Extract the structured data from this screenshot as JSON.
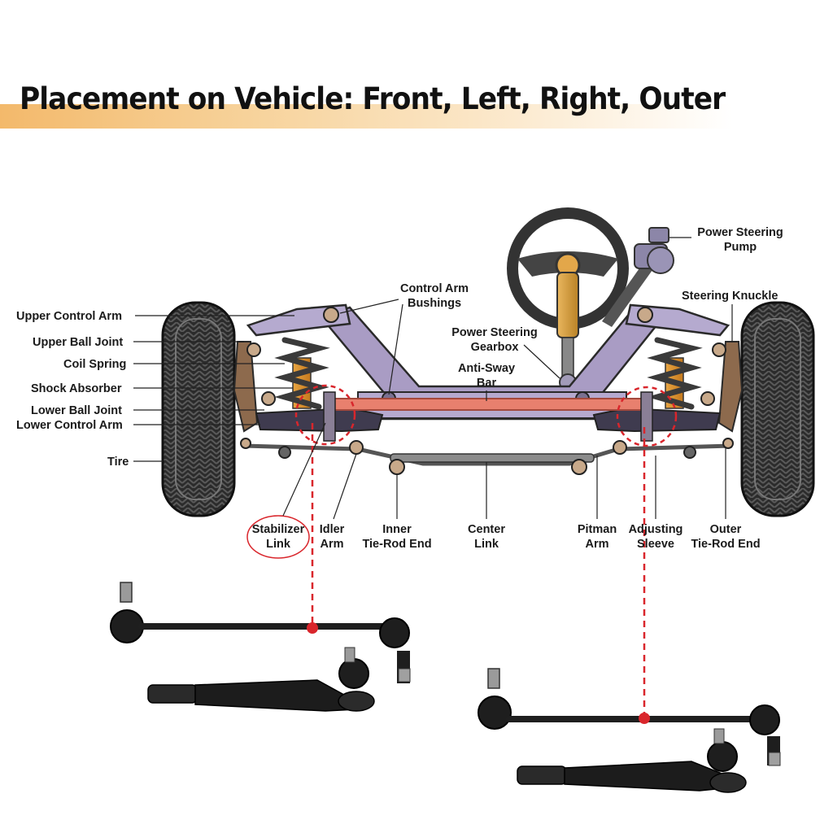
{
  "title": "Placement on Vehicle: Front, Left, Right, Outer",
  "colors": {
    "frame": "#a99cc4",
    "anti_sway_bar": "#e8806e",
    "highlight": "#d9262c",
    "title_band": "#f3b96b"
  },
  "labels": {
    "upper_control_arm": "Upper Control Arm",
    "upper_ball_joint": "Upper Ball Joint",
    "coil_spring": "Coil Spring",
    "shock_absorber": "Shock Absorber",
    "lower_ball_joint": "Lower Ball Joint",
    "lower_control_arm": "Lower Control Arm",
    "tire": "Tire",
    "control_arm_bushings": [
      "Control Arm",
      "Bushings"
    ],
    "power_steering_pump": [
      "Power Steering",
      "Pump"
    ],
    "steering_knuckle": "Steering Knuckle",
    "power_steering_gearbox": [
      "Power Steering",
      "Gearbox"
    ],
    "anti_sway_bar": [
      "Anti-Sway",
      "Bar"
    ],
    "stabilizer_link": [
      "Stabilizer",
      "Link"
    ],
    "idler_arm": [
      "Idler",
      "Arm"
    ],
    "inner_tie_rod_end": [
      "Inner",
      "Tie-Rod End"
    ],
    "center_link": [
      "Center",
      "Link"
    ],
    "pitman_arm": [
      "Pitman",
      "Arm"
    ],
    "adjusting_sleeve": [
      "Adjusting",
      "Sleeve"
    ],
    "outer_tie_rod_end": [
      "Outer",
      "Tie-Rod End"
    ]
  }
}
